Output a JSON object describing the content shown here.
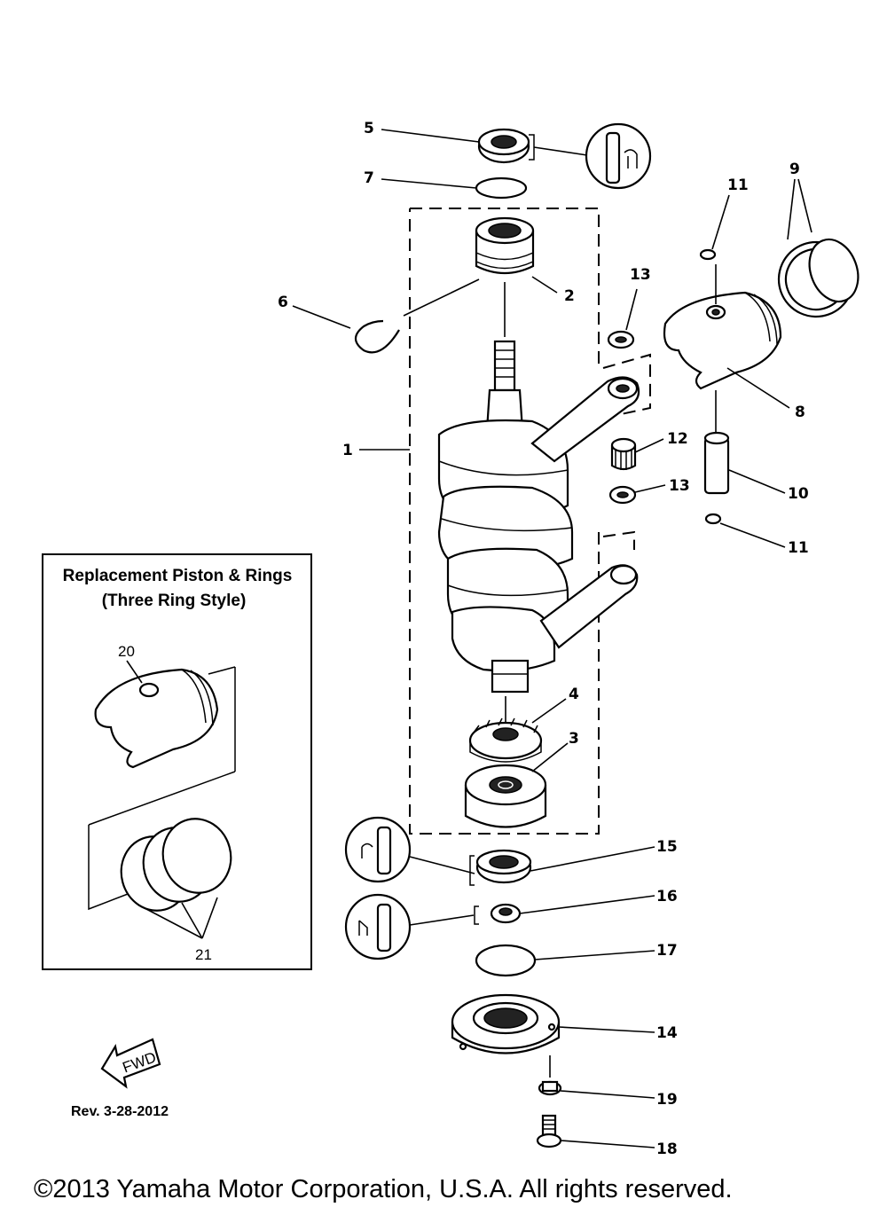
{
  "callouts": {
    "c1": "1",
    "c2": "2",
    "c3": "3",
    "c4": "4",
    "c5": "5",
    "c6": "6",
    "c7": "7",
    "c8": "8",
    "c9": "9",
    "c10": "10",
    "c11a": "11",
    "c11b": "11",
    "c12": "12",
    "c13a": "13",
    "c13b": "13",
    "c14": "14",
    "c15": "15",
    "c16": "16",
    "c17": "17",
    "c18": "18",
    "c19": "19",
    "c20": "20",
    "c21": "21"
  },
  "inset": {
    "title_line1": "Replacement Piston & Rings",
    "title_line2": "(Three Ring Style)"
  },
  "fwd_label": "FWD",
  "revision": "Rev. 3-28-2012",
  "copyright": "©2013 Yamaha Motor Corporation, U.S.A. All rights reserved."
}
